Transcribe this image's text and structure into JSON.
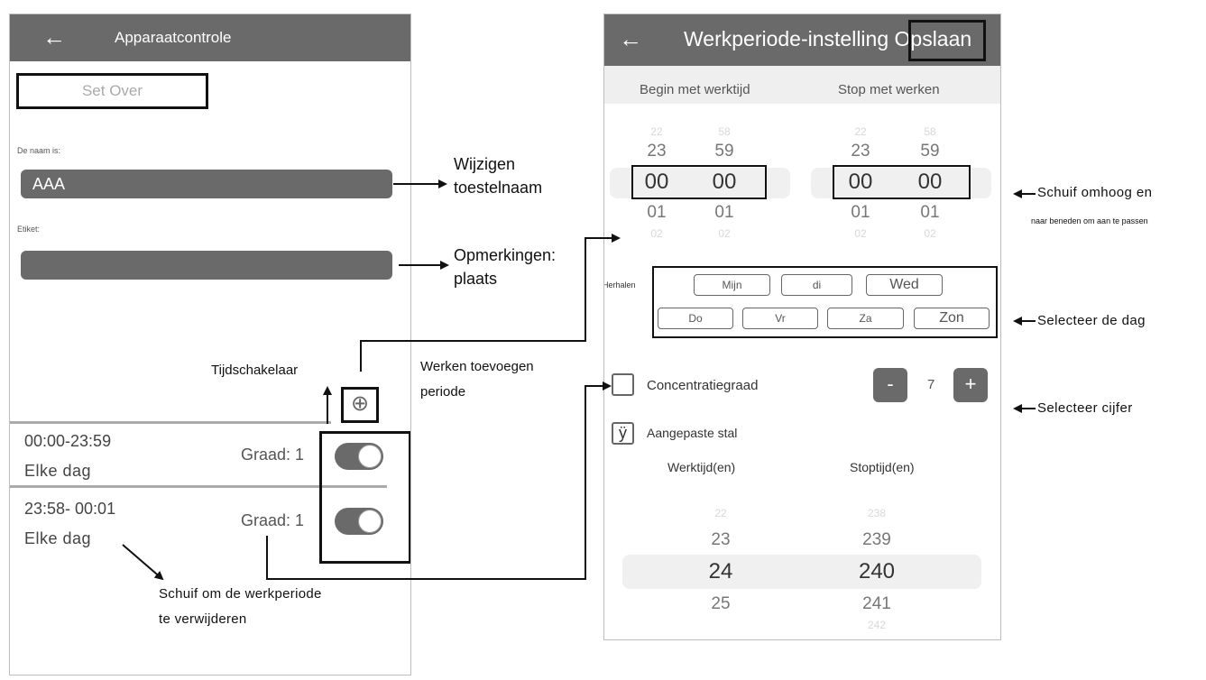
{
  "left_screen": {
    "title": "Apparaatcontrole",
    "back_icon": "arrow-left-icon",
    "set_over_label": "Set Over",
    "name_label": "De naam is:",
    "name_value": "AAA",
    "label_label": "Etiket:",
    "label_value": "",
    "add_icon": "plus-circle-icon",
    "periods": [
      {
        "time": "00:00-23:59",
        "repeat": "Elke dag",
        "degree": "Graad: 1",
        "enabled": true
      },
      {
        "time": "23:58- 00:01",
        "repeat": "Elke dag",
        "degree": "Graad: 1",
        "enabled": true
      }
    ]
  },
  "right_screen": {
    "title": "Werkperiode-instelling Opslaan",
    "back_icon": "arrow-left-icon",
    "start_header": "Begin met werktijd",
    "stop_header": "Stop met werken",
    "start_wheels": [
      {
        "above2": "22",
        "above": "23",
        "selected": "00",
        "below": "01",
        "below2": "02"
      },
      {
        "above2": "58",
        "above": "59",
        "selected": "00",
        "below": "01",
        "below2": "02"
      }
    ],
    "stop_wheels": [
      {
        "above2": "22",
        "above": "23",
        "selected": "00",
        "below": "01",
        "below2": "02"
      },
      {
        "above2": "58",
        "above": "59",
        "selected": "00",
        "below": "01",
        "below2": "02"
      }
    ],
    "repeat_label": "Herhalen",
    "days_row1": [
      "Mijn",
      "di",
      "Wed"
    ],
    "days_row2": [
      "Do",
      "Vr",
      "Za",
      "Zon"
    ],
    "concentration_label": "Concentratiegraad",
    "concentration_value": "7",
    "minus_label": "-",
    "plus_label": "+",
    "custom_check_mark": "ÿ",
    "custom_label": "Aangepaste stal",
    "work_col_label": "Werktijd(en)",
    "stop_col_label": "Stoptijd(en)",
    "work_wheel": {
      "above2": "22",
      "above": "23",
      "selected": "24",
      "below": "25"
    },
    "stop_wheel": {
      "above2": "238",
      "above": "239",
      "selected": "240",
      "below": "241",
      "below2": "242"
    }
  },
  "annotations": {
    "rename_line1": "Wijzigen",
    "rename_line2": "toestelnaam",
    "remarks_line1": "Opmerkingen:",
    "remarks_line2": "plaats",
    "timer_switch": "Tijdschakelaar",
    "add_period_line1": "Werken toevoegen",
    "add_period_line2": "periode",
    "swipe_delete_line1": "Schuif om de werkperiode",
    "swipe_delete_line2": "te verwijderen",
    "scroll_line1": "Schuif omhoog en",
    "scroll_line2": "naar beneden om aan te passen",
    "select_day": "Selecteer de dag",
    "select_number": "Selecteer cijfer"
  }
}
